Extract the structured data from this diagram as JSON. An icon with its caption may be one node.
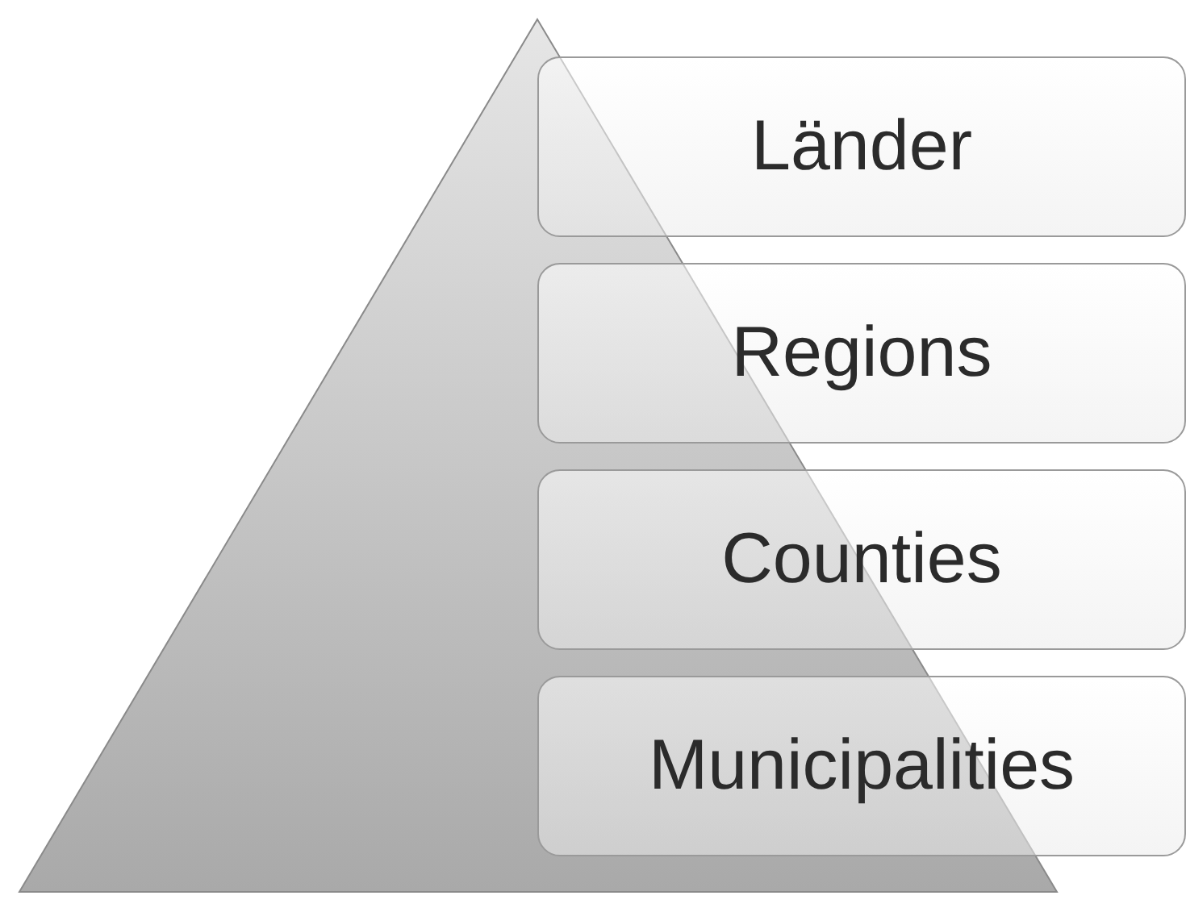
{
  "diagram": {
    "nodes": [
      {
        "text": [
          "Länder"
        ]
      },
      {
        "text": [
          "Regions"
        ]
      },
      {
        "text": [
          "Counties"
        ]
      },
      {
        "text": [
          "Municipalities"
        ]
      }
    ]
  }
}
